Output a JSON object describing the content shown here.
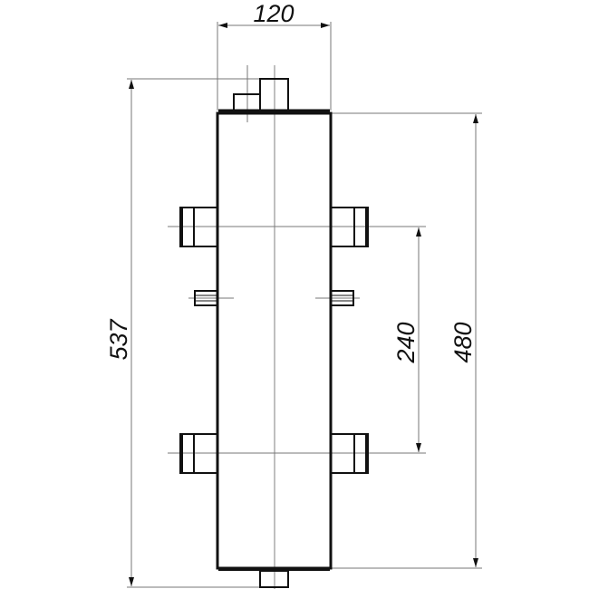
{
  "drawing": {
    "dimensions": {
      "width": "120",
      "total_height": "537",
      "body_height": "480",
      "nozzle_spacing": "240"
    }
  }
}
